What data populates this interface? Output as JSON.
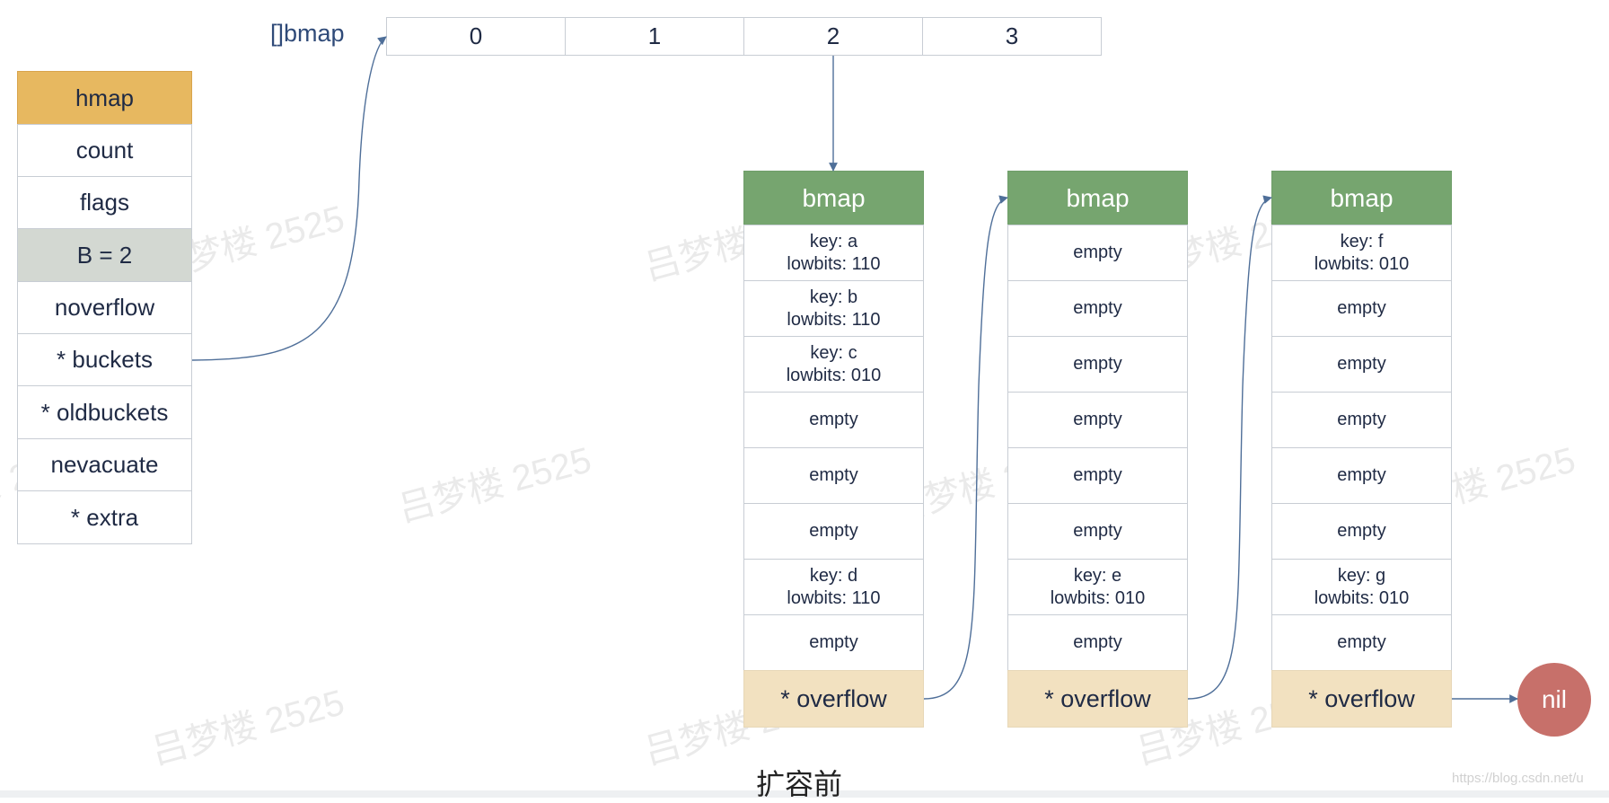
{
  "colors": {
    "hmap_header": "#e7b860",
    "b_field": "#d3d8d2",
    "bucket_header": "#76a56f",
    "overflow_cell": "#f2e1c0",
    "nil": "#c7706a",
    "line": "#4f6f99"
  },
  "hmap": {
    "header": "hmap",
    "fields": [
      "count",
      "flags",
      "B = 2",
      "noverflow",
      "* buckets",
      "* oldbuckets",
      "nevacuate",
      "* extra"
    ]
  },
  "bucket_array": {
    "label": "[]bmap",
    "indices": [
      "0",
      "1",
      "2",
      "3"
    ]
  },
  "buckets": [
    {
      "header": "bmap",
      "slots": [
        "key: a\nlowbits: 110",
        "key: b\nlowbits: 110",
        "key: c\nlowbits: 010",
        "empty",
        "empty",
        "empty",
        "key: d\nlowbits: 110",
        "empty"
      ],
      "overflow": "* overflow"
    },
    {
      "header": "bmap",
      "slots": [
        "empty",
        "empty",
        "empty",
        "empty",
        "empty",
        "empty",
        "key: e\nlowbits: 010",
        "empty"
      ],
      "overflow": "* overflow"
    },
    {
      "header": "bmap",
      "slots": [
        "key: f\nlowbits: 010",
        "empty",
        "empty",
        "empty",
        "empty",
        "empty",
        "key: g\nlowbits: 010",
        "empty"
      ],
      "overflow": "* overflow"
    }
  ],
  "nil_label": "nil",
  "caption": "扩容前",
  "watermark_text": "吕梦楼 2525",
  "site_mark": "https://blog.csdn.net/u"
}
